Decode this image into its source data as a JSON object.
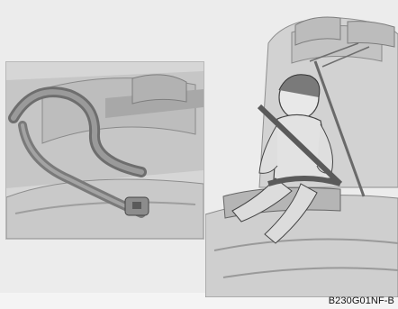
{
  "figure": {
    "code": "B230G01NF-B",
    "illustrations": [
      {
        "name": "seatbelt-buckle-detail",
        "description_icon": "seatbelt-icon"
      },
      {
        "name": "child-in-booster-seat",
        "description_icon": "child-seat-icon"
      }
    ]
  },
  "colors": {
    "background": "#ffffff",
    "light_gray": "#e3e3e3",
    "mid_gray": "#b9b9b9",
    "dark_gray": "#6d6d6d",
    "outline": "#3a3a3a"
  }
}
